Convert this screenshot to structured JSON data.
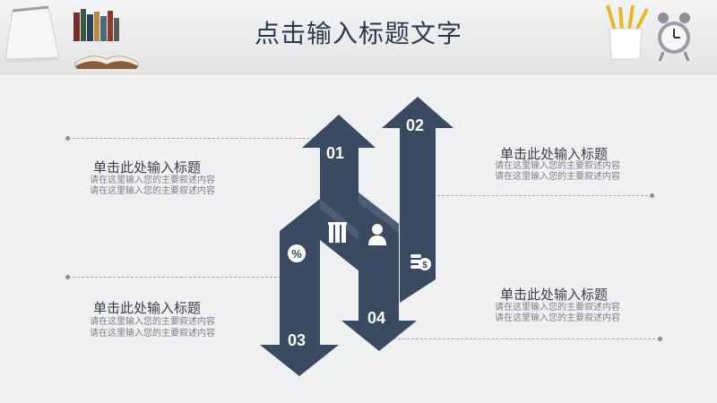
{
  "title": "点击输入标题文字",
  "items": [
    {
      "number": "01",
      "title": "单击此处输入标题",
      "desc1": "请在这里输入您的主要叙述内容",
      "desc2": "请在这里输入您的主要叙述内容"
    },
    {
      "number": "02",
      "title": "单击此处输入标题",
      "desc1": "请在这里输入您的主要叙述内容",
      "desc2": "请在这里输入您的主要叙述内容"
    },
    {
      "number": "03",
      "title": "单击此处输入标题",
      "desc1": "请在这里输入您的主要叙述内容",
      "desc2": "请在这里输入您的主要叙述内容"
    },
    {
      "number": "04",
      "title": "单击此处输入标题",
      "desc1": "请在这里输入您的主要叙述内容",
      "desc2": "请在这里输入您的主要叙述内容"
    }
  ],
  "icons": [
    "percent-icon",
    "books-icon",
    "person-icon",
    "coins-dollar-icon"
  ],
  "colors": {
    "arrow": "#3a4a60",
    "background": "#eef0f2",
    "title": "#2d3a4c"
  }
}
